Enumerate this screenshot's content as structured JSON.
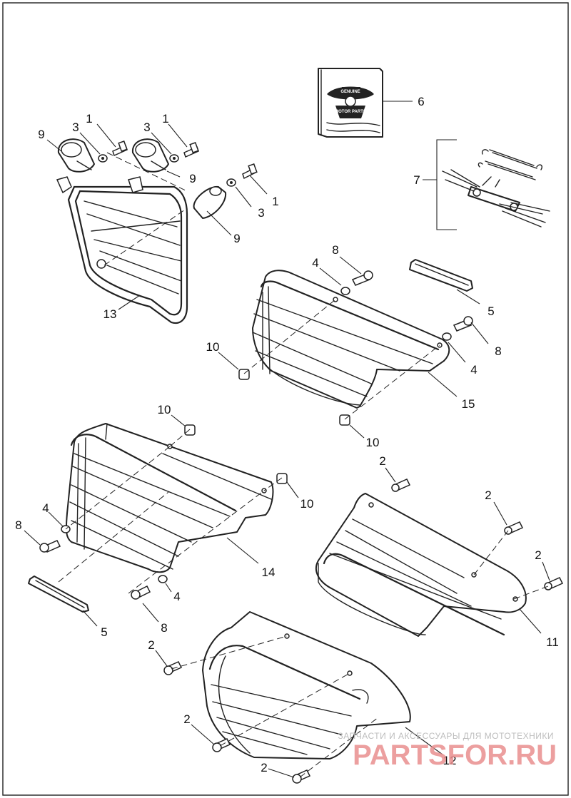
{
  "callouts": {
    "c1a": "1",
    "c1b": "1",
    "c1c": "1",
    "c2a": "2",
    "c2b": "2",
    "c2c": "2",
    "c2d": "2",
    "c2e": "2",
    "c2f": "2",
    "c3a": "3",
    "c3b": "3",
    "c3c": "3",
    "c4a": "4",
    "c4b": "4",
    "c4c": "4",
    "c4d": "4",
    "c5a": "5",
    "c5b": "5",
    "c6": "6",
    "c7": "7",
    "c8a": "8",
    "c8b": "8",
    "c8c": "8",
    "c8d": "8",
    "c9a": "9",
    "c9b": "9",
    "c9c": "9",
    "c10a": "10",
    "c10b": "10",
    "c10c": "10",
    "c10d": "10",
    "c11": "11",
    "c12": "12",
    "c13": "13",
    "c14": "14",
    "c15": "15"
  },
  "manual_book": {
    "logo_top": "GENUINE",
    "logo_bottom": "MOTOR PARTS"
  },
  "watermark": {
    "tagline": "ЗАПЧАСТИ И АКСЕССУАРЫ ДЛЯ МОТОТЕХНИКИ",
    "site": "PARTSFOR.RU"
  }
}
